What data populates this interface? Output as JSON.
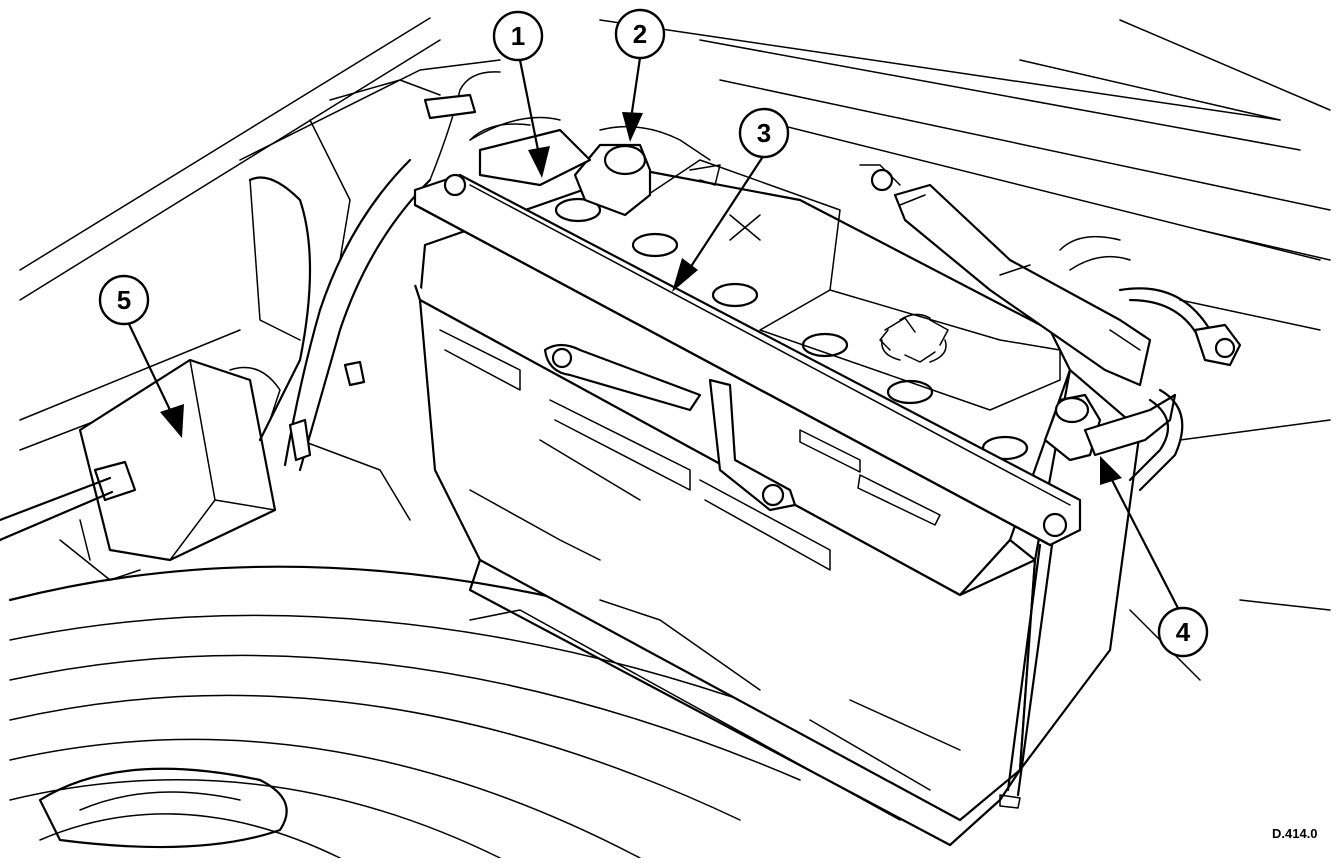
{
  "callouts": [
    {
      "id": "1",
      "label": "1"
    },
    {
      "id": "2",
      "label": "2"
    },
    {
      "id": "3",
      "label": "3"
    },
    {
      "id": "4",
      "label": "4"
    },
    {
      "id": "5",
      "label": "5"
    }
  ],
  "reference_code": "D.414.0",
  "colors": {
    "line": "#000000",
    "background": "#ffffff"
  }
}
